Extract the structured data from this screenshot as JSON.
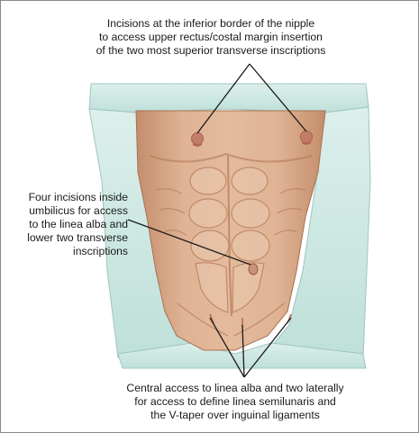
{
  "figure": {
    "callouts": {
      "top": {
        "lines": [
          "Incisions at the inferior border of the nipple",
          "to access upper rectus/costal margin insertion",
          "of the two most superior transverse inscriptions"
        ]
      },
      "left": {
        "lines": [
          "Four incisions inside",
          "umbilicus for access",
          "to the linea alba and",
          "lower two transverse",
          "inscriptions"
        ]
      },
      "bottom": {
        "lines": [
          "Central access to linea alba and two laterally",
          "for access to define linea semilunaris and",
          "the V-taper over inguinal ligaments"
        ]
      }
    },
    "colors": {
      "skin": "#dcae8e",
      "skin_shadow": "#b9805d",
      "drape": "#c9e5e0",
      "drape_edge": "#9fc5c0",
      "leader_line": "#1a1a1a",
      "incision": "#b06a50"
    }
  }
}
